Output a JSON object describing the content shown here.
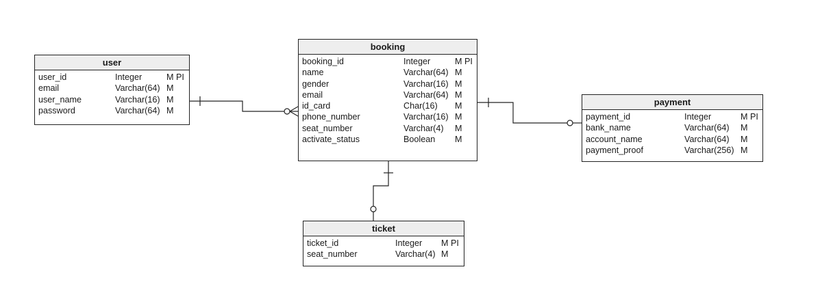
{
  "diagram": {
    "entities": [
      {
        "id": "user",
        "title": "user",
        "attributes": [
          {
            "name": "user_id",
            "type": "Integer",
            "flags": "M PI"
          },
          {
            "name": "email",
            "type": "Varchar(64)",
            "flags": "M"
          },
          {
            "name": "user_name",
            "type": "Varchar(16)",
            "flags": "M"
          },
          {
            "name": "password",
            "type": "Varchar(64)",
            "flags": "M"
          }
        ]
      },
      {
        "id": "booking",
        "title": "booking",
        "attributes": [
          {
            "name": "booking_id",
            "type": "Integer",
            "flags": "M PI"
          },
          {
            "name": "name",
            "type": "Varchar(64)",
            "flags": "M"
          },
          {
            "name": "gender",
            "type": "Varchar(16)",
            "flags": "M"
          },
          {
            "name": "email",
            "type": "Varchar(64)",
            "flags": "M"
          },
          {
            "name": "id_card",
            "type": "Char(16)",
            "flags": "M"
          },
          {
            "name": "phone_number",
            "type": "Varchar(16)",
            "flags": "M"
          },
          {
            "name": "seat_number",
            "type": "Varchar(4)",
            "flags": "M"
          },
          {
            "name": "activate_status",
            "type": "Boolean",
            "flags": "M"
          }
        ]
      },
      {
        "id": "payment",
        "title": "payment",
        "attributes": [
          {
            "name": "payment_id",
            "type": "Integer",
            "flags": "M PI"
          },
          {
            "name": "bank_name",
            "type": "Varchar(64)",
            "flags": "M"
          },
          {
            "name": "account_name",
            "type": "Varchar(64)",
            "flags": "M"
          },
          {
            "name": "payment_proof",
            "type": "Varchar(256)",
            "flags": "M"
          }
        ]
      },
      {
        "id": "ticket",
        "title": "ticket",
        "attributes": [
          {
            "name": "ticket_id",
            "type": "Integer",
            "flags": "M PI"
          },
          {
            "name": "seat_number",
            "type": "Varchar(4)",
            "flags": "M"
          }
        ]
      }
    ],
    "relationships": [
      {
        "from": "user",
        "to": "booking",
        "from_end": "one",
        "to_end": "zero-or-many"
      },
      {
        "from": "booking",
        "to": "payment",
        "from_end": "one",
        "to_end": "zero-or-one"
      },
      {
        "from": "booking",
        "to": "ticket",
        "from_end": "one",
        "to_end": "zero-or-one"
      }
    ],
    "colors": {
      "line": "#222222",
      "header_bg": "#eeeeee",
      "background": "#ffffff"
    }
  }
}
